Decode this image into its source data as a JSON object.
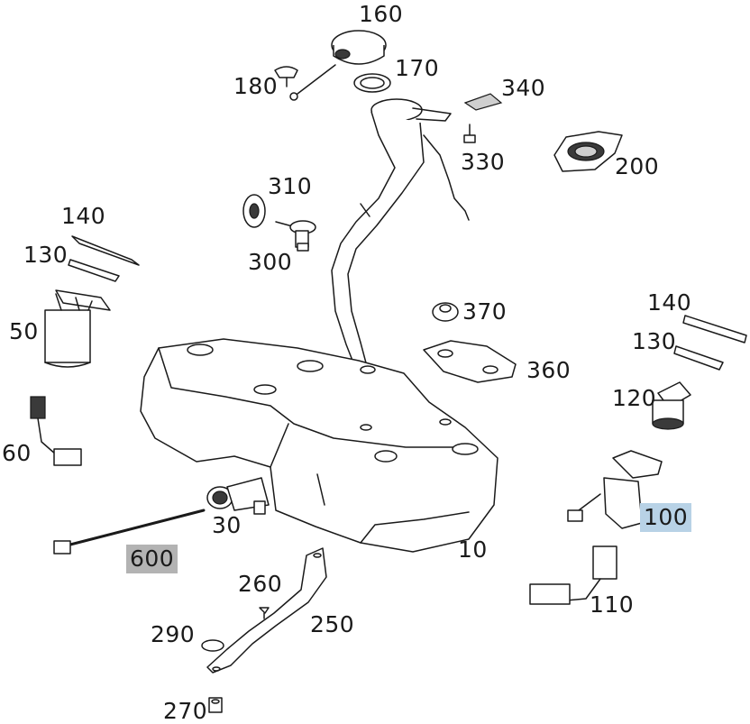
{
  "labels": {
    "p160": "160",
    "p180": "180",
    "p170": "170",
    "p340": "340",
    "p330": "330",
    "p200": "200",
    "p310": "310",
    "p300": "300",
    "p140a": "140",
    "p130a": "130",
    "p50": "50",
    "p60": "60",
    "p370": "370",
    "p360": "360",
    "p140b": "140",
    "p130b": "130",
    "p120": "120",
    "p100": "100",
    "p30": "30",
    "p600": "600",
    "p10": "10",
    "p110": "110",
    "p260": "260",
    "p250": "250",
    "p290": "290",
    "p270": "270"
  },
  "highlight_colors": {
    "p100": "#b8d2e6",
    "p600": "#b3b3b3"
  }
}
